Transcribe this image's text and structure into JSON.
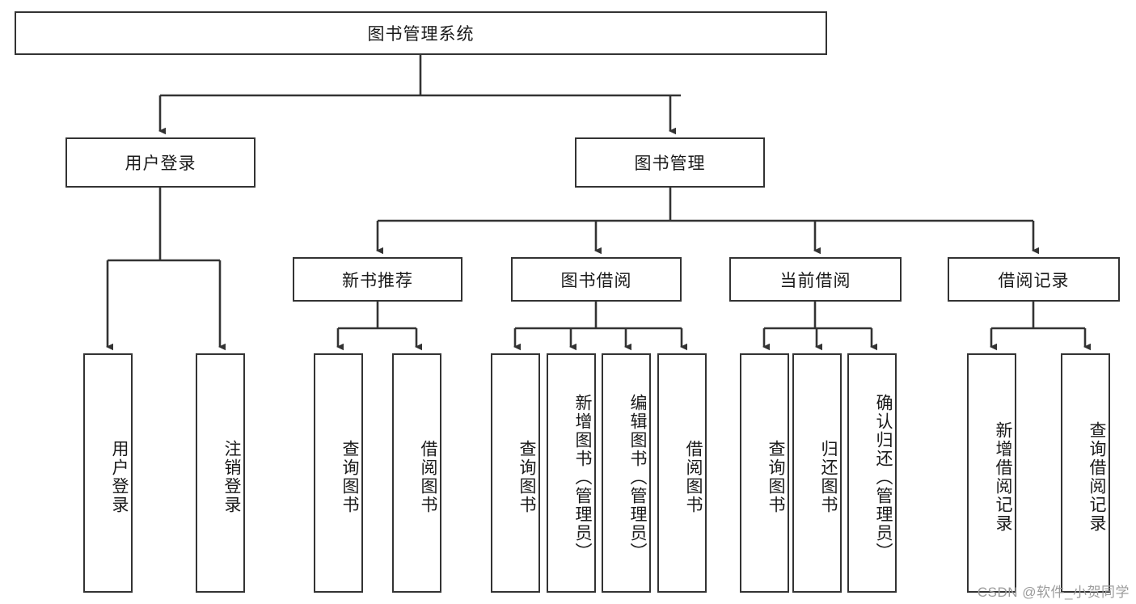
{
  "diagram": {
    "type": "tree-hierarchy",
    "title": "图书管理系统",
    "watermark": "CSDN @软件_小贺同学",
    "colors": {
      "box_border": "#333333",
      "box_fill": "#ffffff",
      "connector": "#333333",
      "text": "#1a1a1a",
      "watermark": "#9c9c9c",
      "background": "#ffffff"
    },
    "root": {
      "label": "图书管理系统"
    },
    "level2": [
      {
        "label": "用户登录"
      },
      {
        "label": "图书管理"
      }
    ],
    "level3": [
      {
        "label": "新书推荐"
      },
      {
        "label": "图书借阅"
      },
      {
        "label": "当前借阅"
      },
      {
        "label": "借阅记录"
      }
    ],
    "leaves": {
      "user_login": [
        {
          "label": "用户登录"
        },
        {
          "label": "注销登录"
        }
      ],
      "new_book_recommend": [
        {
          "label": "查询图书"
        },
        {
          "label": "借阅图书"
        }
      ],
      "book_borrow": [
        {
          "label": "查询图书"
        },
        {
          "label": "新增图书（管理员）"
        },
        {
          "label": "编辑图书（管理员）"
        },
        {
          "label": "借阅图书"
        }
      ],
      "current_borrow": [
        {
          "label": "查询图书"
        },
        {
          "label": "归还图书"
        },
        {
          "label": "确认归还（管理员）"
        }
      ],
      "borrow_record": [
        {
          "label": "新增借阅记录"
        },
        {
          "label": "查询借阅记录"
        }
      ]
    }
  }
}
